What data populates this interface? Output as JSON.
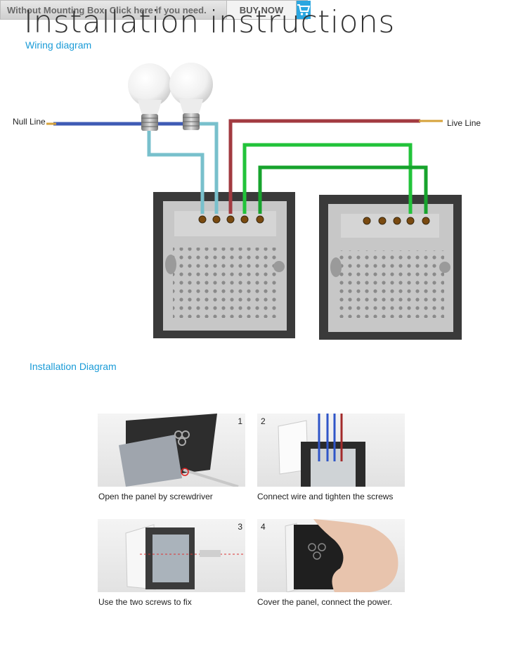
{
  "header": {
    "title": "Installation instructions",
    "subtitle": "Wiring diagram"
  },
  "wiring": {
    "null_label": "Null Line",
    "live_label": "Live Line",
    "colors": {
      "null": "#3f5bb5",
      "live": "#a23a40",
      "lamp": "#78c0cc",
      "switch_a": "#22c33a",
      "switch_b": "#17a32d",
      "panel": "#3a3a3a",
      "plate": "#c7c7c7"
    }
  },
  "install": {
    "title": "Installation Diagram",
    "banner_text": "Without Mounting Box. Click here if you need.",
    "buy_label": "BUY NOW",
    "cart_icon": "shopping-cart-icon",
    "steps": [
      {
        "num": "1",
        "caption": "Open the panel by screwdriver"
      },
      {
        "num": "2",
        "caption": "Connect wire and tighten the screws"
      },
      {
        "num": "3",
        "caption": "Use the two screws to fix"
      },
      {
        "num": "4",
        "caption": "Cover the panel, connect the power."
      }
    ]
  }
}
